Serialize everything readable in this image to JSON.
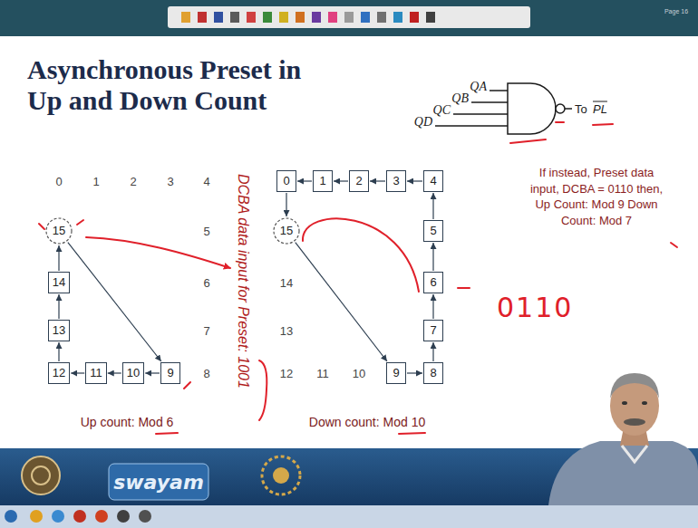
{
  "diagram": {
    "title": "Asynchronous Preset in Up and Down Count",
    "nodes": [
      {
        "text": [
          "15"
        ]
      },
      {
        "text": [
          "14"
        ]
      },
      {
        "text": [
          "13"
        ]
      },
      {
        "text": [
          "12"
        ]
      },
      {
        "text": [
          "11"
        ]
      },
      {
        "text": [
          "10"
        ]
      },
      {
        "text": [
          "9"
        ]
      },
      {
        "text": [
          "0"
        ]
      },
      {
        "text": [
          "1"
        ]
      },
      {
        "text": [
          "2"
        ]
      },
      {
        "text": [
          "3"
        ]
      },
      {
        "text": [
          "4"
        ]
      },
      {
        "text": [
          "15"
        ]
      },
      {
        "text": [
          "5"
        ]
      },
      {
        "text": [
          "6"
        ]
      },
      {
        "text": [
          "7"
        ]
      },
      {
        "text": [
          "8"
        ]
      },
      {
        "text": [
          "9"
        ]
      }
    ],
    "edges": [
      {
        "from": 6,
        "to": 5,
        "arrow": "to"
      },
      {
        "from": 5,
        "to": 4,
        "arrow": "to"
      },
      {
        "from": 4,
        "to": 3,
        "arrow": "to"
      },
      {
        "from": 3,
        "to": 2,
        "arrow": "to"
      },
      {
        "from": 2,
        "to": 1,
        "arrow": "to"
      },
      {
        "from": 1,
        "to": 0,
        "arrow": "to"
      },
      {
        "from": 0,
        "to": 6,
        "arrow": "to"
      },
      {
        "from": 16,
        "to": 15,
        "arrow": "to"
      },
      {
        "from": 15,
        "to": 14,
        "arrow": "to"
      },
      {
        "from": 14,
        "to": 13,
        "arrow": "to"
      },
      {
        "from": 13,
        "to": 11,
        "arrow": "to"
      },
      {
        "from": 11,
        "to": 10,
        "arrow": "to"
      },
      {
        "from": 10,
        "to": 9,
        "arrow": "to"
      },
      {
        "from": 9,
        "to": 8,
        "arrow": "to"
      },
      {
        "from": 8,
        "to": 7,
        "arrow": "to"
      },
      {
        "from": 7,
        "to": 12,
        "arrow": "to"
      },
      {
        "from": 12,
        "to": 17,
        "arrow": "to"
      },
      {
        "from": 17,
        "to": 16,
        "arrow": "to"
      }
    ],
    "labels": [
      "Page 16",
      "0",
      "1",
      "2",
      "3",
      "4",
      "5",
      "6",
      "7",
      "8",
      "14",
      "13",
      "12",
      "11",
      "10",
      "Up count: Mod 6",
      "DCBA data input for Preset: 1001",
      "Down count: Mod 10",
      "QD",
      "QC",
      "QB",
      "QA",
      "To",
      "PL",
      "If instead, Preset data input, DCBA = 0110 then, Up Count: Mod 9 Down Count: Mod 7",
      "0110",
      "swayam"
    ]
  }
}
